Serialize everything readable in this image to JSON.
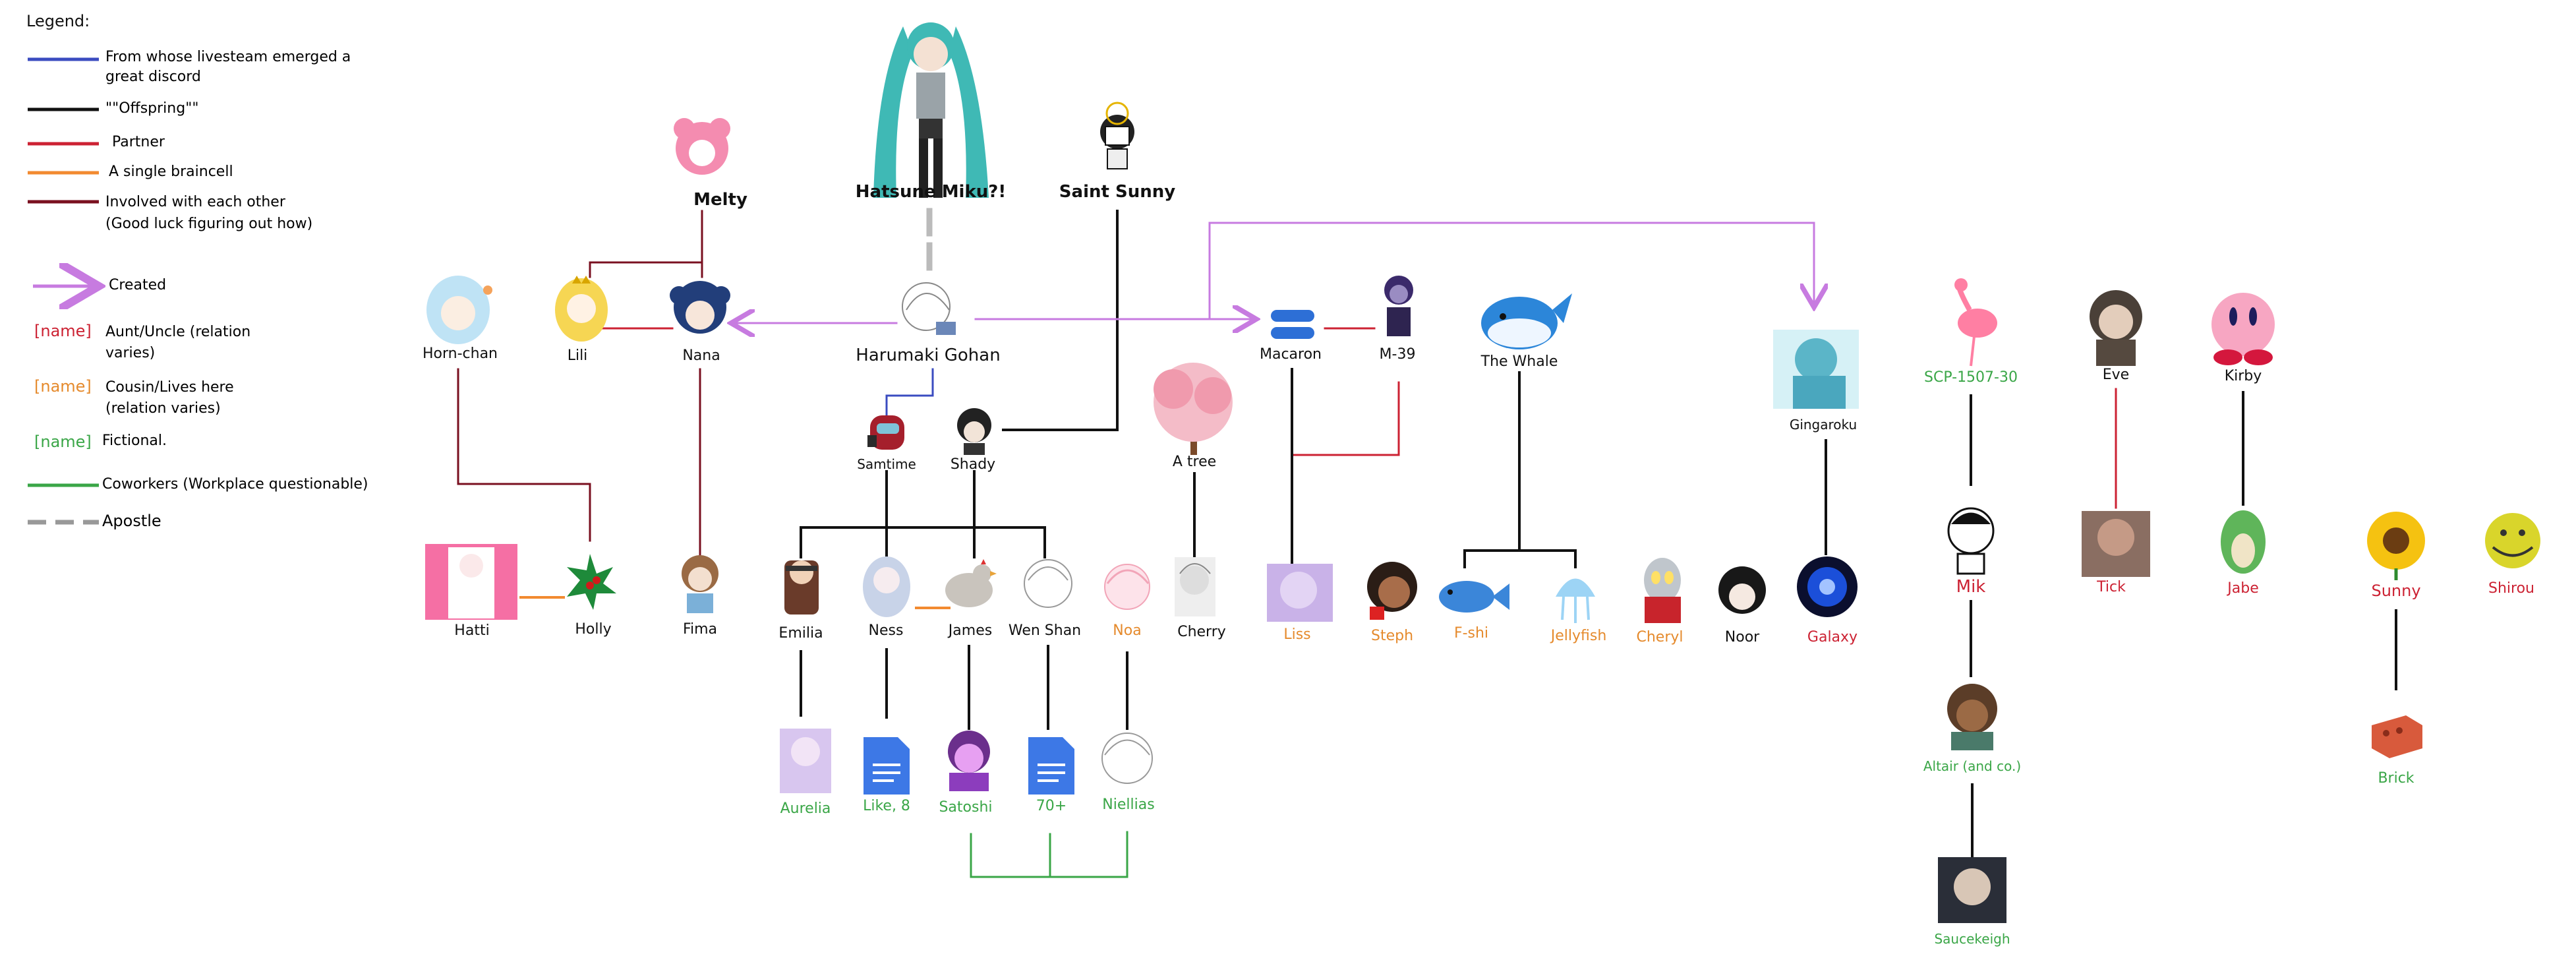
{
  "legend": {
    "title": "Legend:",
    "items": [
      {
        "text": "From whose livesteam emerged a great discord",
        "color": "#3b4cc0",
        "style": "solid"
      },
      {
        "text": "\"\"Offspring\"\"",
        "color": "#111111",
        "style": "solid"
      },
      {
        "text": "Partner",
        "color": "#cc2233",
        "style": "solid"
      },
      {
        "text": "A single braincell",
        "color": "#f28a30",
        "style": "solid"
      },
      {
        "text": "Involved with each other (Good luck figuring out how)",
        "color": "#7a1020",
        "style": "solid"
      },
      {
        "text": "Created",
        "color": "#c77be0",
        "style": "arrow"
      },
      {
        "text": "Aunt/Uncle (relation varies)",
        "prefix": "[name]",
        "prefix_color": "#cc2233"
      },
      {
        "text": "Cousin/Lives here (relation varies)",
        "prefix": "[name]",
        "prefix_color": "#e58a2c"
      },
      {
        "text": "Fictional.",
        "prefix": "[name]",
        "prefix_color": "#3aa647"
      },
      {
        "text": "Coworkers (Workplace questionable)",
        "color": "#3aa647",
        "style": "solid"
      },
      {
        "text": "Apostle",
        "color": "#999999",
        "style": "dashed"
      }
    ]
  },
  "nodes": {
    "hatsune": "Hatsune Miku?!",
    "saint_sunny": "Saint Sunny",
    "melty": "Melty",
    "horn_chan": "Horn-chan",
    "lili": "Lili",
    "nana": "Nana",
    "harumaki": "Harumaki Gohan",
    "samtime": "Samtime",
    "shady": "Shady",
    "a_tree": "A tree",
    "macaron": "Macaron",
    "m39": "M-39",
    "whale": "The Whale",
    "gingaroku": "Gingaroku",
    "scp": "SCP-1507-30",
    "eve": "Eve",
    "kirby": "Kirby",
    "hatti": "Hatti",
    "holly": "Holly",
    "fima": "Fima",
    "emilia": "Emilia",
    "ness": "Ness",
    "james": "James",
    "wen_shan": "Wen Shan",
    "noa": "Noa",
    "cherry": "Cherry",
    "liss": "Liss",
    "steph": "Steph",
    "fshi": "F-shi",
    "jellyfish": "Jellyfish",
    "cheryl": "Cheryl",
    "noor": "Noor",
    "galaxy": "Galaxy",
    "mik": "Mik",
    "tick": "Tick",
    "jabe": "Jabe",
    "sunny": "Sunny",
    "shirou": "Shirou",
    "aurelia": "Aurelia",
    "like8": "Like, 8",
    "satoshi": "Satoshi",
    "seventy": "70+",
    "niellias": "Niellias",
    "altair": "Altair (and co.)",
    "brick": "Brick",
    "saucekeigh": "Saucekeigh"
  },
  "colors": {
    "blue": "#3b4cc0",
    "black": "#111111",
    "red": "#cc2233",
    "orange": "#f28a30",
    "maroon": "#7a1020",
    "violet": "#c77be0",
    "green": "#3aa647",
    "gray": "#bbbbbb"
  }
}
